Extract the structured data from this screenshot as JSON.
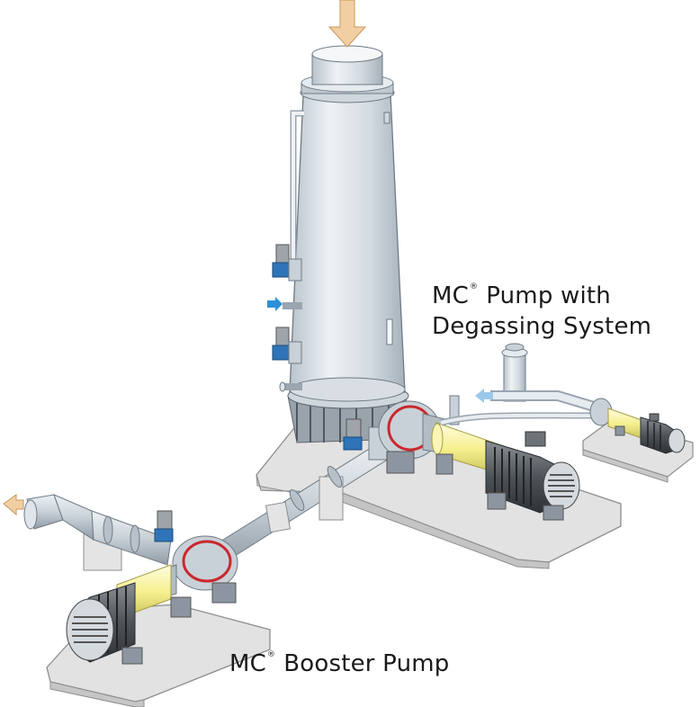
{
  "labels": {
    "degassing": {
      "brand": "MC",
      "mark": "®",
      "line1_rest": "Pump with",
      "line2": "Degassing System"
    },
    "booster": {
      "brand": "MC",
      "mark": "®",
      "rest": "Booster Pump"
    }
  },
  "colors": {
    "steel": "#d4dbe2",
    "steel_dark": "#9aa5b0",
    "base": "#dcdcdc",
    "motor": "#5f6469",
    "coupling_yellow": "#f7f29a",
    "valve_blue": "#2f74b8",
    "flow_arrow": "#f2cfa3",
    "water_arrow": "#2f8fd8",
    "seal_red": "#c9282e"
  }
}
